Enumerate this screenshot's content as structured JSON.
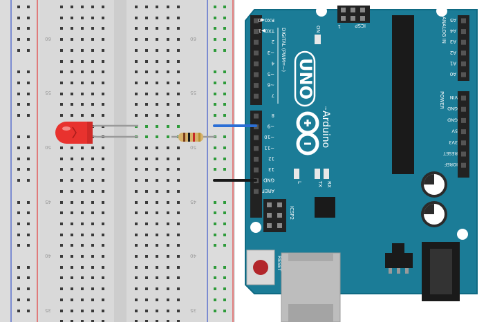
{
  "breadboard": {
    "row_numbers": [
      "60",
      "55",
      "50",
      "45",
      "40",
      "35"
    ],
    "colors": {
      "body": "#d9d9d9",
      "rail_red": "#e23b3b",
      "rail_blue": "#3b55c9",
      "hole": "#3a3a3a",
      "hole_active": "#2e9b3a"
    }
  },
  "arduino": {
    "model_label": "UNO",
    "brand_label": "Arduino",
    "trademark": "™",
    "digital_header_label": "DIGITAL (PWM=~)",
    "on_label": "ON",
    "icsp_label": "ICSP",
    "icsp2_label": "ICSP2",
    "reset_label": "RESET",
    "analog_header_label": "ANALOG IN",
    "power_label": "POWER",
    "led_labels": [
      "L",
      "TX",
      "RX"
    ],
    "icsp_pin1": "1",
    "digital_pins": [
      "RX0◀0",
      "TX0▶1",
      "2",
      "~3",
      "4",
      "~5",
      "~6",
      "7",
      "8",
      "~9",
      "~10",
      "~11",
      "12",
      "13",
      "GND",
      "AREF"
    ],
    "analog_pins": [
      "A5",
      "A4",
      "A3",
      "A2",
      "A1",
      "A0"
    ],
    "power_pins": [
      "VIN",
      "GND",
      "GND",
      "5V",
      "3V3",
      "RESET",
      "IOREF"
    ],
    "colors": {
      "board": "#1b7c97",
      "board_edge": "#0f6a83",
      "header": "#222222",
      "chip": "#1a1a1a"
    }
  },
  "components": {
    "led_icon": "led-red-icon",
    "resistor_icon": "resistor-icon",
    "wire_blue": "#2b6fd6",
    "wire_black": "#1a1a1a",
    "led_color": "#e8322e"
  }
}
